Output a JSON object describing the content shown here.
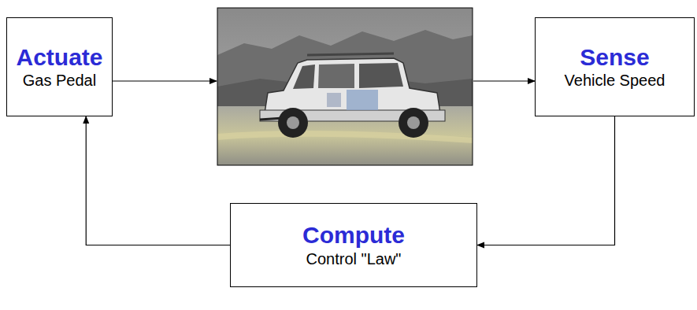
{
  "diagram": {
    "nodes": [
      {
        "text": [
          "Actuate",
          "Gas Pedal"
        ]
      },
      {
        "text": [
          "Sense",
          "Vehicle Speed"
        ]
      },
      {
        "text": [
          "Compute",
          "Control \"Law\""
        ]
      }
    ],
    "edges": [
      {
        "from": 1,
        "to": 2,
        "arrow": "to"
      },
      {
        "from": 2,
        "to": 0,
        "arrow": "to"
      }
    ]
  }
}
